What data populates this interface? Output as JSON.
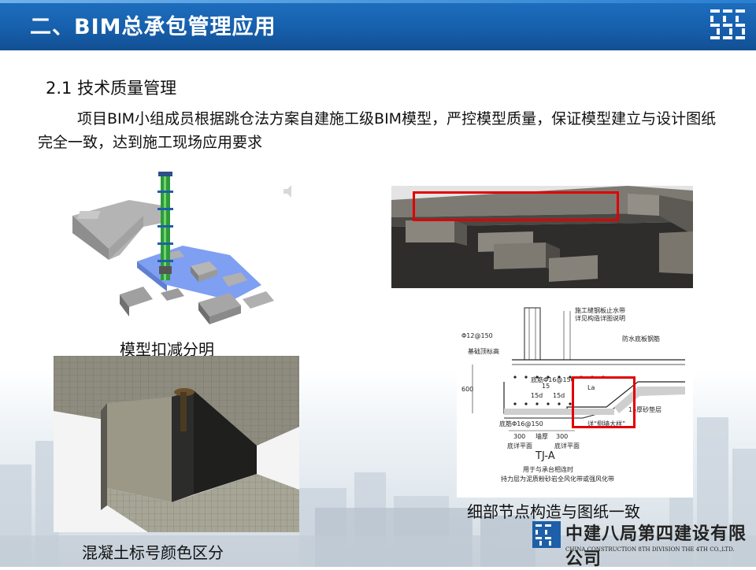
{
  "header": {
    "title": "二、BIM总承包管理应用"
  },
  "section": {
    "heading": "2.1 技术质量管理",
    "text": "项目BIM小组成员根据跳仓法方案自建施工级BIM模型，严控模型质量，保证模型建立与设计图纸完全一致，达到施工现场应用要求"
  },
  "figures": {
    "model_caption": "模型扣减分明",
    "drawing_caption": "细部节点构造与图纸一致",
    "concrete_caption": "混凝土标号颜色区分"
  },
  "drawing": {
    "lbl_top1": "施工缝钢板止水带",
    "lbl_top2": "详见构造详图说明",
    "lbl_waterproof": "防水底板钢筋",
    "lbl_phi12": "Φ12@150",
    "lbl_edge": "基础顶标高",
    "lbl_bottom_bar": "底筋Φ16@150",
    "lbl_bottom_bar2": "底筋Φ16@150",
    "lbl_15d_a": "15d",
    "lbl_15d_b": "15d",
    "lbl_la": "La",
    "lbl_600": "600",
    "lbl_300a": "300",
    "lbl_300b": "300",
    "lbl_wall": "墙厚",
    "lbl_15": "15",
    "lbl_cushion": "15厚砂垫层",
    "lbl_slope": "详“侧墙大样”",
    "lbl_face1": "底详平面",
    "lbl_face2": "底详平面",
    "lbl_tj": "TJ-A",
    "lbl_note1": "用于与承台相连时",
    "lbl_note2": "持力层为泥质粉砂岩全风化带或强风化带"
  },
  "company": {
    "name_cn": "中建八局第四建设有限公司",
    "name_en": "CHINA CONSTRUCTION 8TH DIVISION THE 4TH CO.,LTD."
  },
  "colors": {
    "title_bar": "#1760ad",
    "highlight_box": "#e00000",
    "model_blue": "#7f9ff2",
    "pipe_green": "#2e9a3a"
  }
}
